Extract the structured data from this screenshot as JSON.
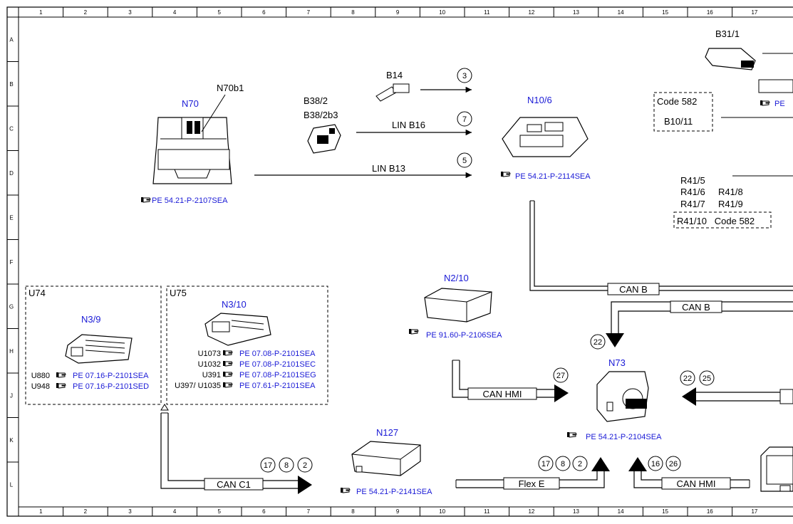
{
  "grid": {
    "columns": [
      "1",
      "2",
      "3",
      "4",
      "5",
      "6",
      "7",
      "8",
      "9",
      "10",
      "11",
      "12",
      "13",
      "14",
      "15",
      "16",
      "17"
    ],
    "rows": [
      "A",
      "B",
      "C",
      "D",
      "E",
      "F",
      "G",
      "H",
      "J",
      "K",
      "L"
    ]
  },
  "components": {
    "n70": {
      "label": "N70",
      "sub": "N70b1",
      "ref": "PE 54.21-P-2107SEA"
    },
    "b38": {
      "label1": "B38/2",
      "label2": "B38/2b3"
    },
    "b14": {
      "label": "B14"
    },
    "n10_6": {
      "label": "N10/6",
      "ref": "PE 54.21-P-2114SEA"
    },
    "b31_1": {
      "label": "B31/1",
      "ref_partial": "PE"
    },
    "code582_box": {
      "line1": "Code 582",
      "line2": "B10/11"
    },
    "r41": {
      "r1": "R41/5",
      "r2": "R41/6",
      "r3": "R41/8",
      "r4": "R41/7",
      "r5": "R41/9",
      "box": "R41/10   Code 582"
    },
    "u74": {
      "label": "U74",
      "module": "N3/9",
      "codes": [
        {
          "code": "U880",
          "ref": "PE 07.16-P-2101SEA"
        },
        {
          "code": "U948",
          "ref": "PE 07.16-P-2101SED"
        }
      ]
    },
    "u75": {
      "label": "U75",
      "module": "N3/10",
      "codes": [
        {
          "code": "U1073",
          "ref": "PE 07.08-P-2101SEA"
        },
        {
          "code": "U1032",
          "ref": "PE 07.08-P-2101SEC"
        },
        {
          "code": "U391",
          "ref": "PE 07.08-P-2101SEG"
        },
        {
          "code": "U397/ U1035",
          "ref": "PE 07.61-P-2101SEA"
        }
      ]
    },
    "n2_10": {
      "label": "N2/10",
      "ref": "PE 91.60-P-2106SEA"
    },
    "n73": {
      "label": "N73",
      "ref": "PE 54.21-P-2104SEA"
    },
    "n127": {
      "label": "N127",
      "ref": "PE 54.21-P-2141SEA"
    }
  },
  "buses": {
    "lin_b16": "LIN B16",
    "lin_b13": "LIN B13",
    "can_b_1": "CAN B",
    "can_b_2": "CAN B",
    "can_hmi_1": "CAN HMI",
    "can_hmi_2": "CAN HMI",
    "can_c1": "CAN C1",
    "flex_e": "Flex E"
  },
  "markers": {
    "m3": "3",
    "m7": "7",
    "m5": "5",
    "m22a": "22",
    "m27": "27",
    "m22b": "22",
    "m25": "25",
    "m17a": "17",
    "m8a": "8",
    "m2a": "2",
    "m17b": "17",
    "m8b": "8",
    "m2b": "2",
    "m16": "16",
    "m26": "26"
  },
  "colors": {
    "blue_label": "#1a1ad6",
    "line": "#000000"
  },
  "icons": {
    "reference": "pointing-hand-icon"
  }
}
